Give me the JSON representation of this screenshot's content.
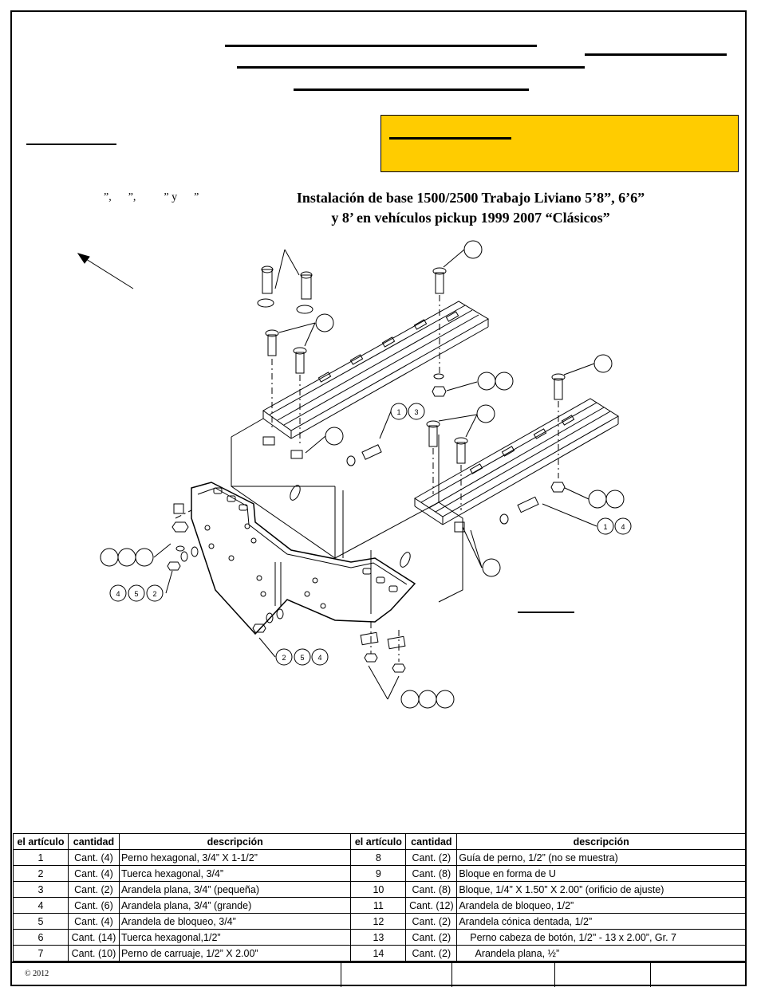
{
  "title": {
    "line1": "Instalación de base 1500/2500 Trabajo Liviano 5’8”, 6’6”",
    "line2": "y 8’ en vehículos pickup 1999 2007 “Clásicos”"
  },
  "fragments": "”,      ”,          ” y      ”",
  "callouts": {
    "c1": "1",
    "c2": "3",
    "c3": "1",
    "c4": "4",
    "c5": "4",
    "c6": "5",
    "c7": "2",
    "c8": "2",
    "c9": "5",
    "c10": "4"
  },
  "table": {
    "headers": [
      "el artículo",
      "cantidad",
      "descripción",
      "el artículo",
      "cantidad",
      "descripción"
    ],
    "rows": [
      [
        "1",
        "Cant. (4)",
        "Perno hexagonal, 3/4” X 1-1/2”",
        "8",
        "Cant. (2)",
        "Guía de perno, 1/2” (no se muestra)"
      ],
      [
        "2",
        "Cant. (4)",
        "Tuerca hexagonal, 3/4”",
        "9",
        "Cant. (8)",
        "Bloque en forma de U"
      ],
      [
        "3",
        "Cant. (2)",
        "Arandela plana, 3/4” (pequeña)",
        "10",
        "Cant. (8)",
        "Bloque, 1/4” X 1.50” X 2.00”  (orificio  de ajuste)"
      ],
      [
        "4",
        "Cant. (6)",
        "Arandela plana, 3/4” (grande)",
        "11",
        "Cant. (12)",
        "Arandela de bloqueo, 1/2”"
      ],
      [
        "5",
        "Cant. (4)",
        "Arandela de bloqueo, 3/4”",
        "12",
        "Cant. (2)",
        "Arandela cónica dentada, 1/2”"
      ],
      [
        "6",
        "Cant. (14)",
        "Tuerca hexagonal,1/2”",
        "13",
        "Cant. (2)",
        "    Perno cabeza de botón, 1/2\" - 13 x 2.00”, Gr. 7"
      ],
      [
        "7",
        "Cant. (10)",
        "Perno de carruaje, 1/2” X 2.00”",
        "14",
        "Cant. (2)",
        "      Arandela plana, ½”"
      ]
    ]
  },
  "footer": {
    "copyright": "©  2012"
  }
}
